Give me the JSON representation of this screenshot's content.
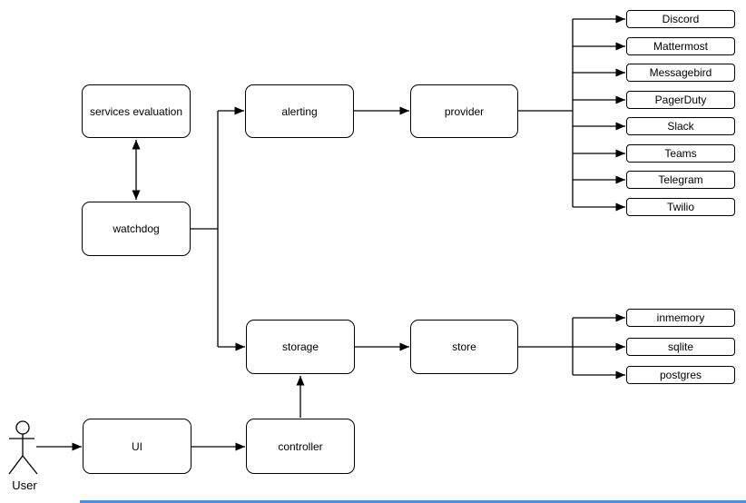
{
  "diagram": {
    "background_color": "#ffffff",
    "stroke_color": "#000000",
    "node_fill_color": "#ffffff",
    "bottom_bar_color": "#4a90e2",
    "actor": {
      "label": "User"
    },
    "nodes": {
      "services_evaluation": {
        "label": "services evaluation"
      },
      "watchdog": {
        "label": "watchdog"
      },
      "alerting": {
        "label": "alerting"
      },
      "provider": {
        "label": "provider"
      },
      "storage": {
        "label": "storage"
      },
      "store": {
        "label": "store"
      },
      "ui": {
        "label": "UI"
      },
      "controller": {
        "label": "controller"
      }
    },
    "provider_leaves": [
      {
        "label": "Discord"
      },
      {
        "label": "Mattermost"
      },
      {
        "label": "Messagebird"
      },
      {
        "label": "PagerDuty"
      },
      {
        "label": "Slack"
      },
      {
        "label": "Teams"
      },
      {
        "label": "Telegram"
      },
      {
        "label": "Twilio"
      }
    ],
    "store_leaves": [
      {
        "label": "inmemory"
      },
      {
        "label": "sqlite"
      },
      {
        "label": "postgres"
      }
    ],
    "edges": [
      {
        "from": "User",
        "to": "UI",
        "type": "arrow"
      },
      {
        "from": "UI",
        "to": "controller",
        "type": "arrow"
      },
      {
        "from": "controller",
        "to": "storage",
        "type": "arrow"
      },
      {
        "from": "watchdog",
        "to": "services evaluation",
        "type": "double-arrow"
      },
      {
        "from": "watchdog",
        "to": "alerting",
        "type": "arrow"
      },
      {
        "from": "watchdog",
        "to": "storage",
        "type": "arrow"
      },
      {
        "from": "alerting",
        "to": "provider",
        "type": "arrow"
      },
      {
        "from": "storage",
        "to": "store",
        "type": "arrow"
      },
      {
        "from": "provider",
        "to": [
          "Discord",
          "Mattermost",
          "Messagebird",
          "PagerDuty",
          "Slack",
          "Teams",
          "Telegram",
          "Twilio"
        ],
        "type": "fan-out-arrows"
      },
      {
        "from": "store",
        "to": [
          "inmemory",
          "sqlite",
          "postgres"
        ],
        "type": "fan-out-arrows"
      }
    ]
  }
}
